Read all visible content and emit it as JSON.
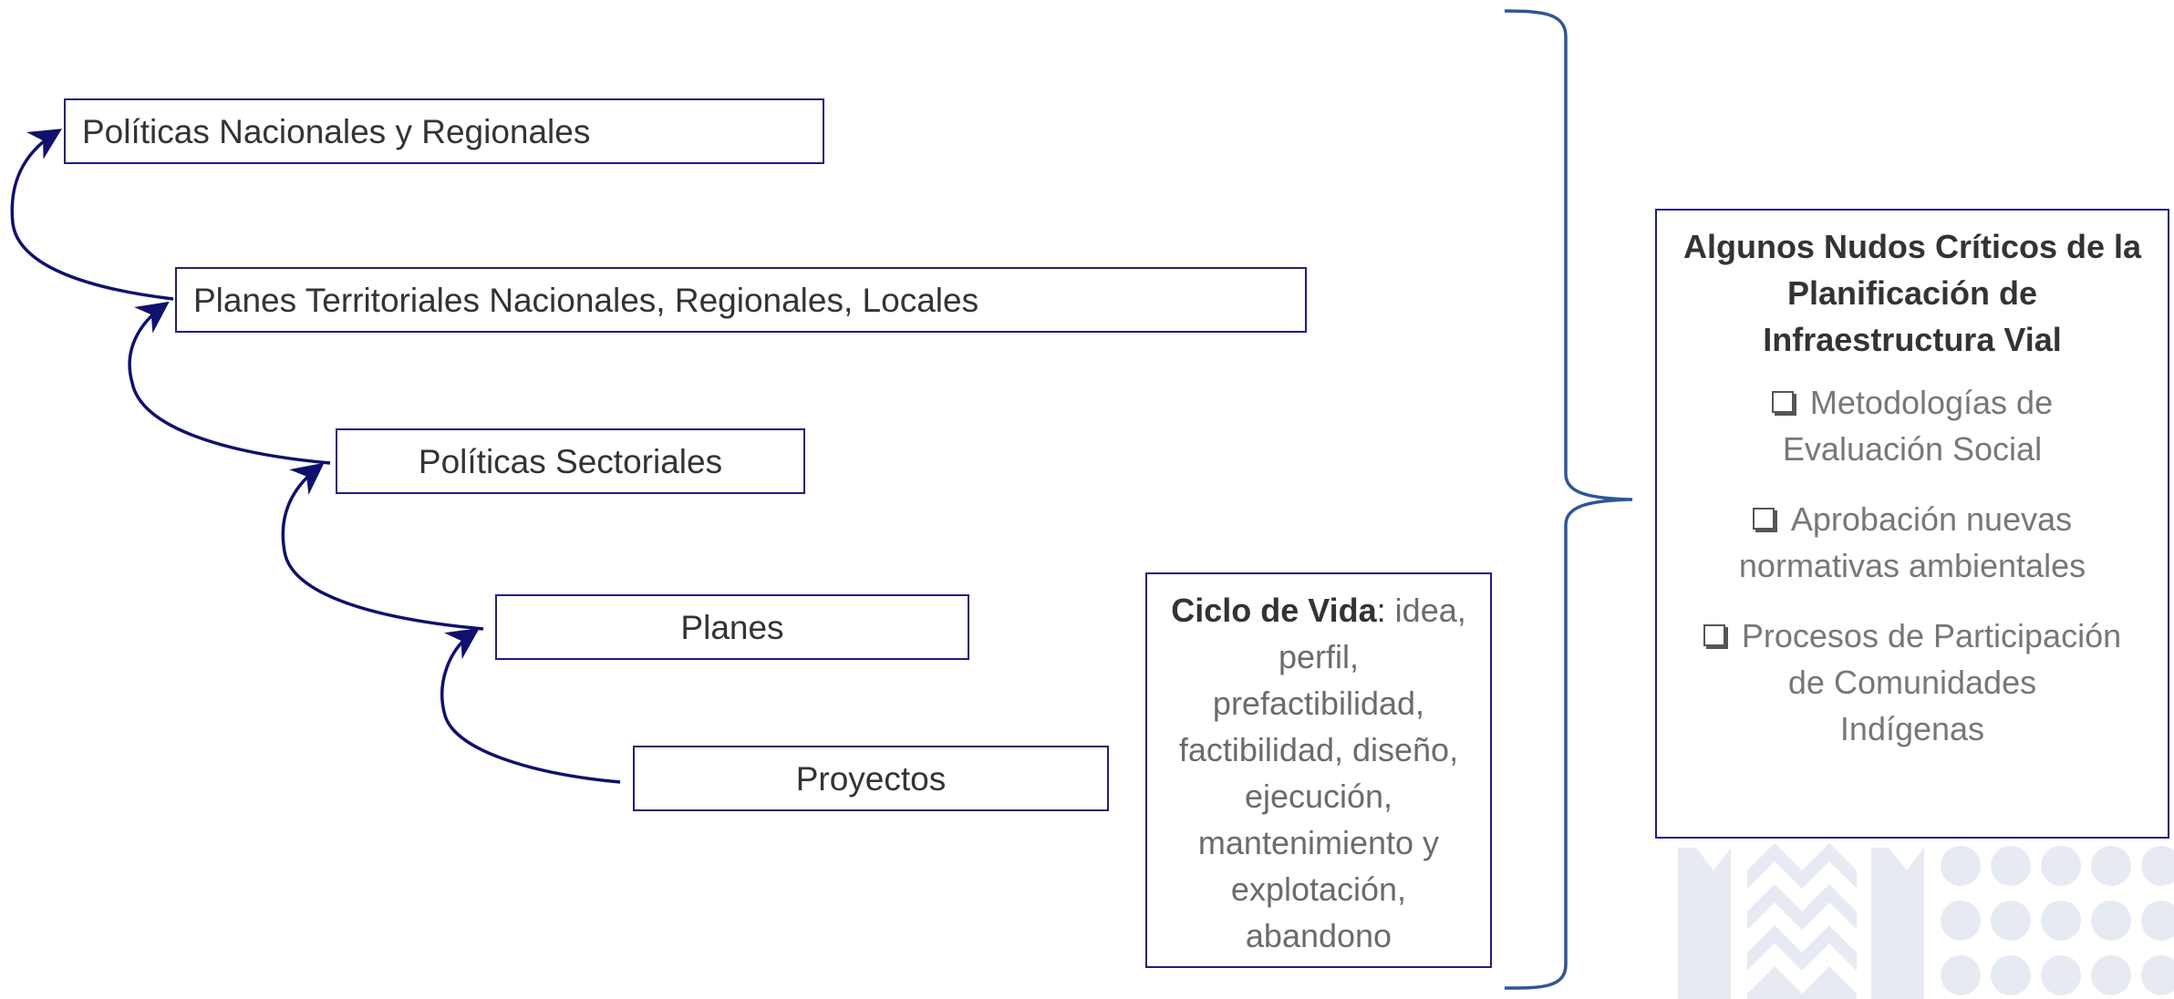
{
  "hierarchy": [
    "Políticas Nacionales y Regionales",
    "Planes Territoriales Nacionales, Regionales, Locales",
    "Políticas Sectoriales",
    "Planes",
    "Proyectos"
  ],
  "ciclo": {
    "label": "Ciclo de Vida",
    "colon": ":",
    "lines": [
      " idea,",
      "perfil,",
      "prefactibilidad,",
      "factibilidad, diseño,",
      "ejecución,",
      "mantenimiento y",
      "explotación,",
      "abandono"
    ]
  },
  "nudos": {
    "title": [
      "Algunos Nudos Críticos de la",
      "Planificación de",
      "Infraestructura Vial"
    ],
    "items": [
      [
        "Metodologías de",
        "Evaluación Social"
      ],
      [
        "Aprobación nuevas",
        "normativas ambientales"
      ],
      [
        "Procesos de Participación",
        "de Comunidades",
        "Indígenas"
      ]
    ]
  },
  "colors": {
    "box_border": "#1f1f7a",
    "arrow": "#10106e",
    "brace": "#2f5597",
    "watermark": "#e6ebf3"
  },
  "icons": [
    "checkbox-bullet-icon",
    "curved-arrow-icon",
    "right-brace-icon",
    "institution-watermark-pattern"
  ]
}
